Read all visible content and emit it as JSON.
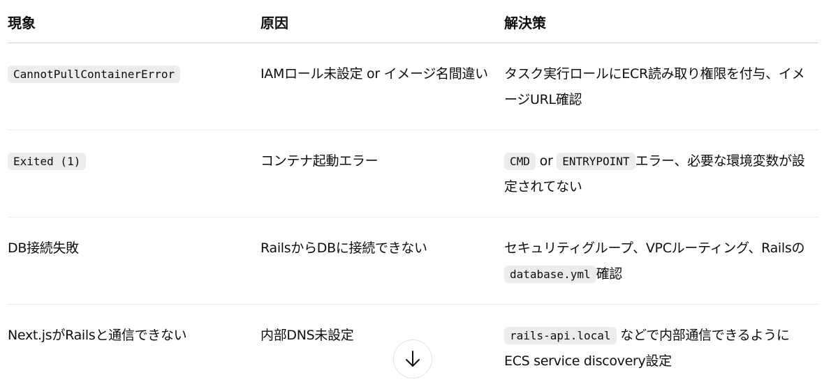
{
  "table": {
    "headers": [
      "現象",
      "原因",
      "解決策"
    ],
    "rows": [
      {
        "symptom_code": "CannotPullContainerError",
        "cause": "IAMロール未設定 or イメージ名間違い",
        "solution": "タスク実行ロールにECR読み取り権限を付与、イメージURL確認"
      },
      {
        "symptom_code": "Exited (1)",
        "cause": "コンテナ起動エラー",
        "solution_code_1": "CMD",
        "solution_mid": " or ",
        "solution_code_2": "ENTRYPOINT",
        "solution_rest": "エラー、必要な環境変数が設定されてない"
      },
      {
        "symptom": "DB接続失敗",
        "cause": "RailsからDBに接続できない",
        "solution_text": "セキュリティグループ、VPCルーティング、Railsの",
        "solution_code": "database.yml",
        "solution_rest": "確認"
      },
      {
        "symptom": "Next.jsがRailsと通信できない",
        "cause": "内部DNS未設定",
        "solution_code": "rails-api.local",
        "solution_rest": " などで内部通信できるように ECS service discovery設定"
      }
    ]
  },
  "scroll_button": {
    "icon": "arrow-down-icon"
  }
}
